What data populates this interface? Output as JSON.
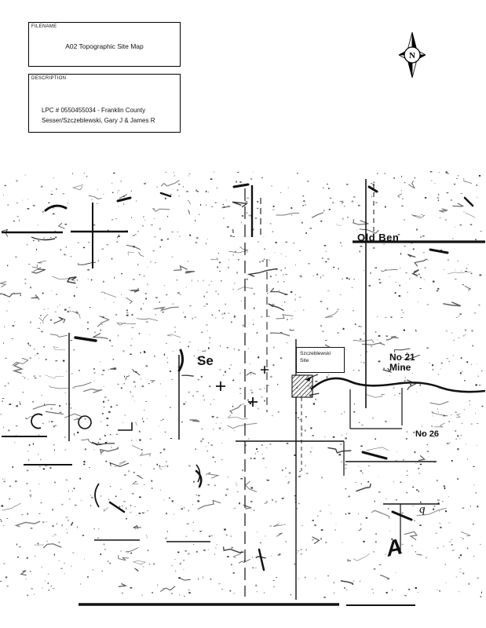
{
  "document": {
    "filename_label": "FILENAME",
    "filename_value": "A02 Topographic Site Map",
    "description_label": "DESCRIPTION",
    "description_line1": "LPC # 0550455034 -  Franklin County",
    "description_line2": "Sesser/Szczeblewski, Gary J & James R"
  },
  "compass": {
    "north_label": "N"
  },
  "map": {
    "labels": {
      "old_ben": "Old Ben",
      "partial_word": "Se",
      "callout_line1": "Szczeblewski",
      "callout_line2": "Site",
      "no21_line1": "No 21",
      "no21_line2": "Mine",
      "no26": "No 26",
      "letter_a": "A",
      "stray_q": "q"
    }
  },
  "colors": {
    "ink": "#111111",
    "paper": "#ffffff"
  }
}
